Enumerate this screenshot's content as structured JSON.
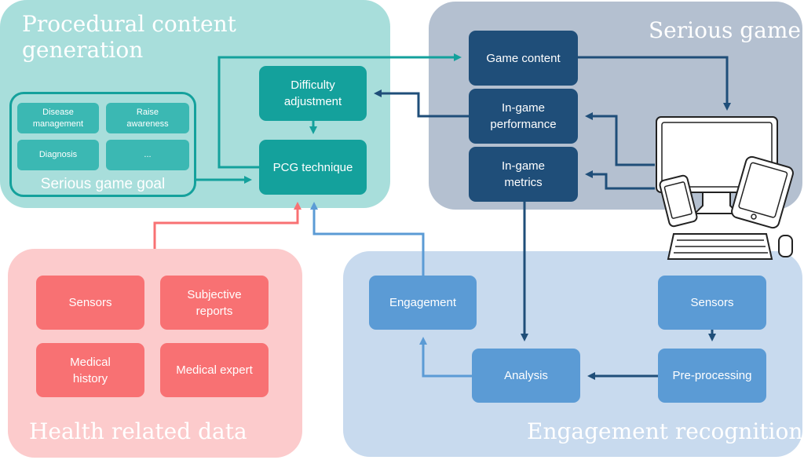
{
  "panels": {
    "pcg": {
      "title": "Procedural content\ngeneration",
      "color": "#a8dedb"
    },
    "serious_game": {
      "title": "Serious game",
      "color": "#b4c0d0"
    },
    "health": {
      "title": "Health related data",
      "color": "#fccbcc"
    },
    "engagement": {
      "title": "Engagement recognition",
      "color": "#c8daee"
    }
  },
  "pcg": {
    "difficulty_adjustment": "Difficulty\nadjustment",
    "pcg_technique": "PCG technique",
    "goal_label": "Serious game goal",
    "goals": [
      "Disease\nmanagement",
      "Raise\nawareness",
      "Diagnosis",
      "..."
    ]
  },
  "serious_game": {
    "game_content": "Game content",
    "ingame_performance": "In-game\nperformance",
    "ingame_metrics": "In-game\nmetrics"
  },
  "health": {
    "sensors": "Sensors",
    "subjective_reports": "Subjective\nreports",
    "medical_history": "Medical\nhistory",
    "medical_expert": "Medical expert"
  },
  "engagement": {
    "engagement": "Engagement",
    "sensors": "Sensors",
    "analysis": "Analysis",
    "preprocessing": "Pre-processing"
  },
  "colors": {
    "teal": "#14a19c",
    "navy": "#1f4e79",
    "blue": "#5b9bd5",
    "coral": "#f87173",
    "device_icon": "device-icon"
  }
}
